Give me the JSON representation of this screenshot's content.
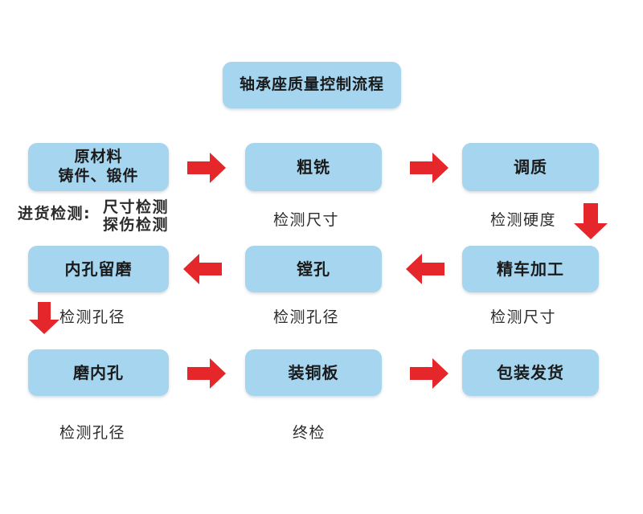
{
  "diagram": {
    "title": "轴承座质量控制流程",
    "background_color": "#ffffff",
    "node_color": "#a5d5ef",
    "arrow_color": "#e5262a",
    "text_color": "#1a1a1a"
  },
  "nodes": [
    {
      "id": "title",
      "label": "轴承座质量控制流程"
    },
    {
      "id": "raw-material",
      "line1": "原材料",
      "line2": "铸件、锻件"
    },
    {
      "id": "rough-milling",
      "label": "粗铣"
    },
    {
      "id": "quench-temper",
      "label": "调质"
    },
    {
      "id": "inner-hole-reserve-grind",
      "label": "内孔留磨"
    },
    {
      "id": "boring",
      "label": "镗孔"
    },
    {
      "id": "fine-turning",
      "label": "精车加工"
    },
    {
      "id": "grind-inner-hole",
      "label": "磨内孔"
    },
    {
      "id": "install-copper-plate",
      "label": "装铜板"
    },
    {
      "id": "package-ship",
      "label": "包装发货"
    }
  ],
  "captions": [
    {
      "id": "incoming-inspection-label",
      "text": "进货检测:"
    },
    {
      "id": "incoming-inspection-items-line1",
      "text": "尺寸检测"
    },
    {
      "id": "incoming-inspection-items-line2",
      "text": "探伤检测"
    },
    {
      "id": "check-dimension-rough-milling",
      "text": "检测尺寸"
    },
    {
      "id": "check-hardness",
      "text": "检测硬度"
    },
    {
      "id": "check-bore-diameter-reserve",
      "text": "检测孔径"
    },
    {
      "id": "check-bore-diameter-boring",
      "text": "检测孔径"
    },
    {
      "id": "check-dimension-fine-turning",
      "text": "检测尺寸"
    },
    {
      "id": "check-bore-diameter-grinding",
      "text": "检测孔径"
    },
    {
      "id": "final-inspection",
      "text": "终检"
    }
  ],
  "arrows": [
    {
      "id": "arrow-raw-to-rough",
      "direction": "right"
    },
    {
      "id": "arrow-rough-to-quench",
      "direction": "right"
    },
    {
      "id": "arrow-quench-to-fine-turning",
      "direction": "down"
    },
    {
      "id": "arrow-fine-turning-to-boring",
      "direction": "left"
    },
    {
      "id": "arrow-boring-to-reserve",
      "direction": "left"
    },
    {
      "id": "arrow-reserve-to-grinding",
      "direction": "down"
    },
    {
      "id": "arrow-grinding-to-copper-plate",
      "direction": "right"
    },
    {
      "id": "arrow-copper-plate-to-package",
      "direction": "right"
    }
  ]
}
